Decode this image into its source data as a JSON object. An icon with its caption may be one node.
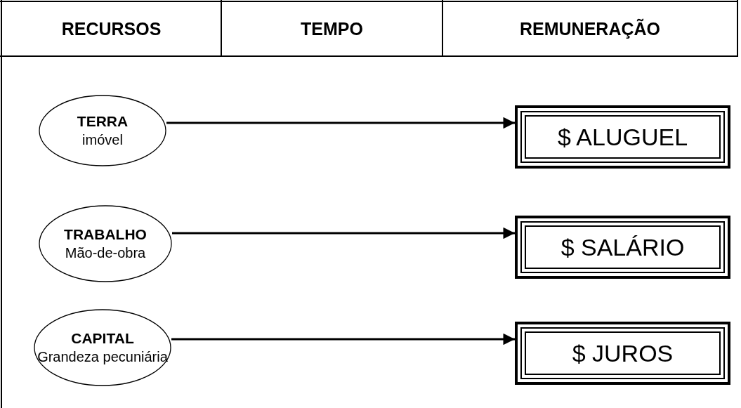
{
  "diagram": {
    "nodes": [
      {
        "text": [
          "TERRA",
          "imóvel"
        ]
      },
      {
        "text": [
          "$ ALUGUEL"
        ]
      },
      {
        "text": [
          "TRABALHO",
          "Mão-de-obra"
        ]
      },
      {
        "text": [
          "$ SALÁRIO"
        ]
      },
      {
        "text": [
          "CAPITAL",
          "Grandeza pecuniária"
        ]
      },
      {
        "text": [
          "$ JUROS"
        ]
      }
    ],
    "edges": [
      {
        "from": 0,
        "to": 1,
        "arrow": "to"
      },
      {
        "from": 2,
        "to": 3,
        "arrow": "to"
      },
      {
        "from": 4,
        "to": 5,
        "arrow": "to"
      }
    ],
    "labels": [
      "RECURSOS",
      "TEMPO",
      "REMUNERAÇÃO"
    ]
  }
}
